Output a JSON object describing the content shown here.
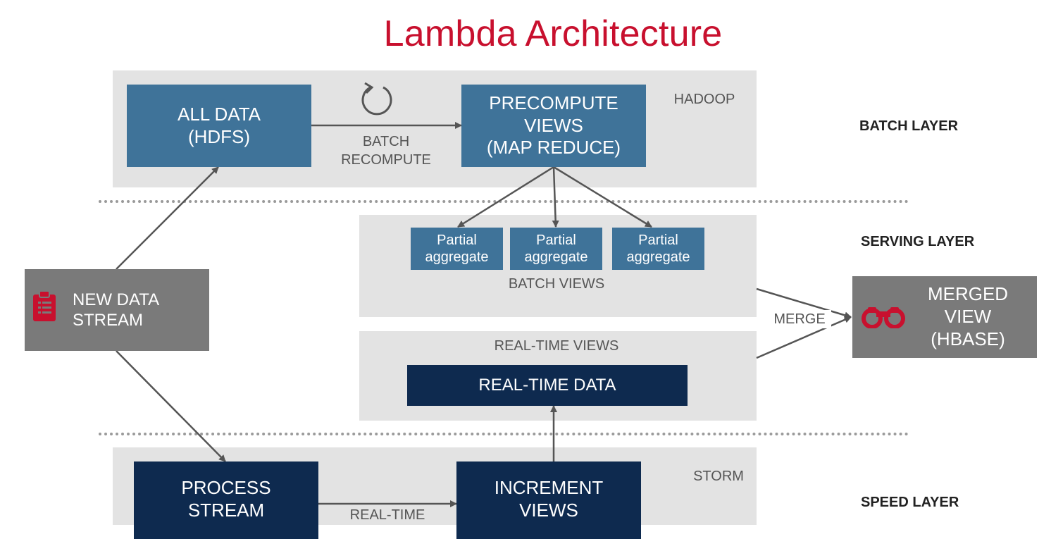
{
  "title": "Lambda Architecture",
  "colors": {
    "title": "#c8102e",
    "batch_box": "#3f7399",
    "speed_box": "#0e2a4f",
    "io_box": "#7a7a7a",
    "panel": "#e3e3e3",
    "icon": "#c8102e"
  },
  "batch": {
    "tech": "HADOOP",
    "all_data": [
      "ALL DATA",
      "(HDFS)"
    ],
    "edge_label": [
      "BATCH",
      "RECOMPUTE"
    ],
    "precompute": [
      "PRECOMPUTE",
      "VIEWS",
      "(MAP REDUCE)"
    ],
    "icon": "refresh-icon"
  },
  "serving": {
    "partials": [
      [
        "Partial",
        "aggregate"
      ],
      [
        "Partial",
        "aggregate"
      ],
      [
        "Partial",
        "aggregate"
      ]
    ],
    "batch_views": "BATCH VIEWS",
    "realtime_views": "REAL-TIME VIEWS",
    "realtime_data": "REAL-TIME DATA"
  },
  "speed": {
    "tech": "STORM",
    "process": [
      "PROCESS",
      "STREAM"
    ],
    "increment": [
      "INCREMENT",
      "VIEWS"
    ],
    "edge_label": "REAL-TIME"
  },
  "input": {
    "lines": [
      "NEW DATA",
      "STREAM"
    ],
    "icon": "clipboard-icon"
  },
  "output": {
    "lines": [
      "MERGED",
      "VIEW",
      "(HBASE)"
    ],
    "icon": "binoculars-icon",
    "merge_label": "MERGE"
  },
  "layers": {
    "batch": "BATCH LAYER",
    "serving": "SERVING LAYER",
    "speed": "SPEED LAYER"
  }
}
